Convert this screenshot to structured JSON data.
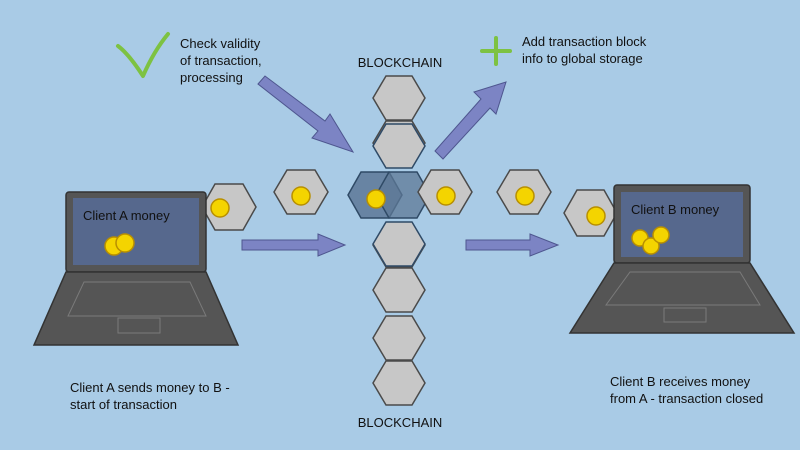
{
  "blockchain": {
    "top_label": "BLOCKCHAIN",
    "bottom_label": "BLOCKCHAIN"
  },
  "client_a": {
    "screen_text": "Client A money",
    "caption_line1": "Client A sends money to B -",
    "caption_line2": "start of transaction"
  },
  "client_b": {
    "screen_text": "Client B money",
    "caption_line1": "Client B receives money",
    "caption_line2": "from A - transaction closed"
  },
  "steps": {
    "check_line1": "Check validity",
    "check_line2": "of transaction,",
    "check_line3": "processing",
    "add_line1": "Add transaction block",
    "add_line2": "info to global storage"
  },
  "icons": {
    "check": "checkmark-icon",
    "plus": "plus-icon"
  },
  "colors": {
    "background": "#a9cbe6",
    "block_fill": "#c7c7c7",
    "coin": "#f4d400",
    "arrow": "#7c84c4",
    "laptop": "#555555",
    "screen": "#56688d",
    "check": "#7dc242"
  }
}
